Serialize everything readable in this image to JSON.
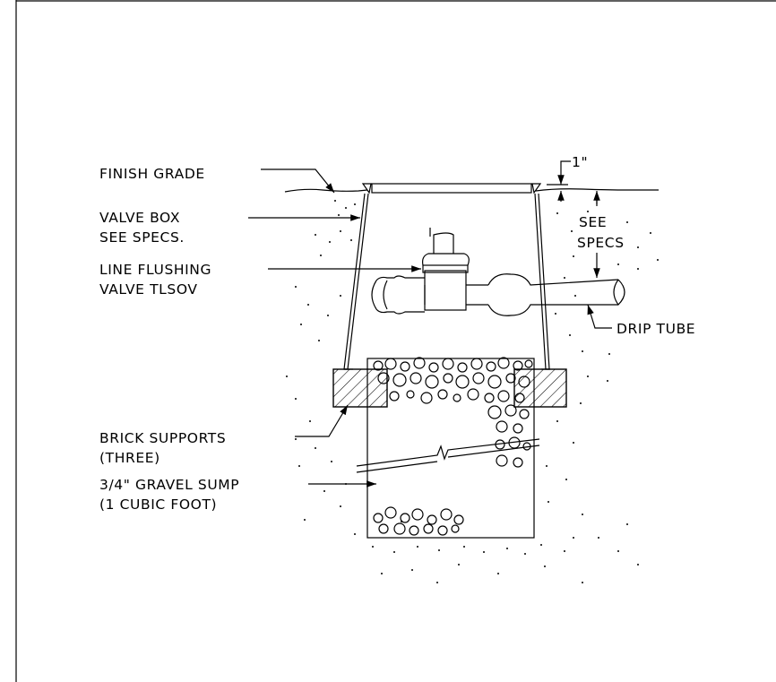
{
  "labels": {
    "finish_grade": "FINISH GRADE",
    "valve_box_1": "VALVE BOX",
    "valve_box_2": "SEE SPECS.",
    "line_flushing_1": "LINE FLUSHING",
    "line_flushing_2": "VALVE TLSOV",
    "see_specs_1": "SEE",
    "see_specs_2": "SPECS",
    "one_inch": "1\"",
    "drip_tube": "DRIP TUBE",
    "brick_1": "BRICK SUPPORTS",
    "brick_2": "(THREE)",
    "gravel_1": "3/4\" GRAVEL SUMP",
    "gravel_2": "(1 CUBIC FOOT)"
  }
}
